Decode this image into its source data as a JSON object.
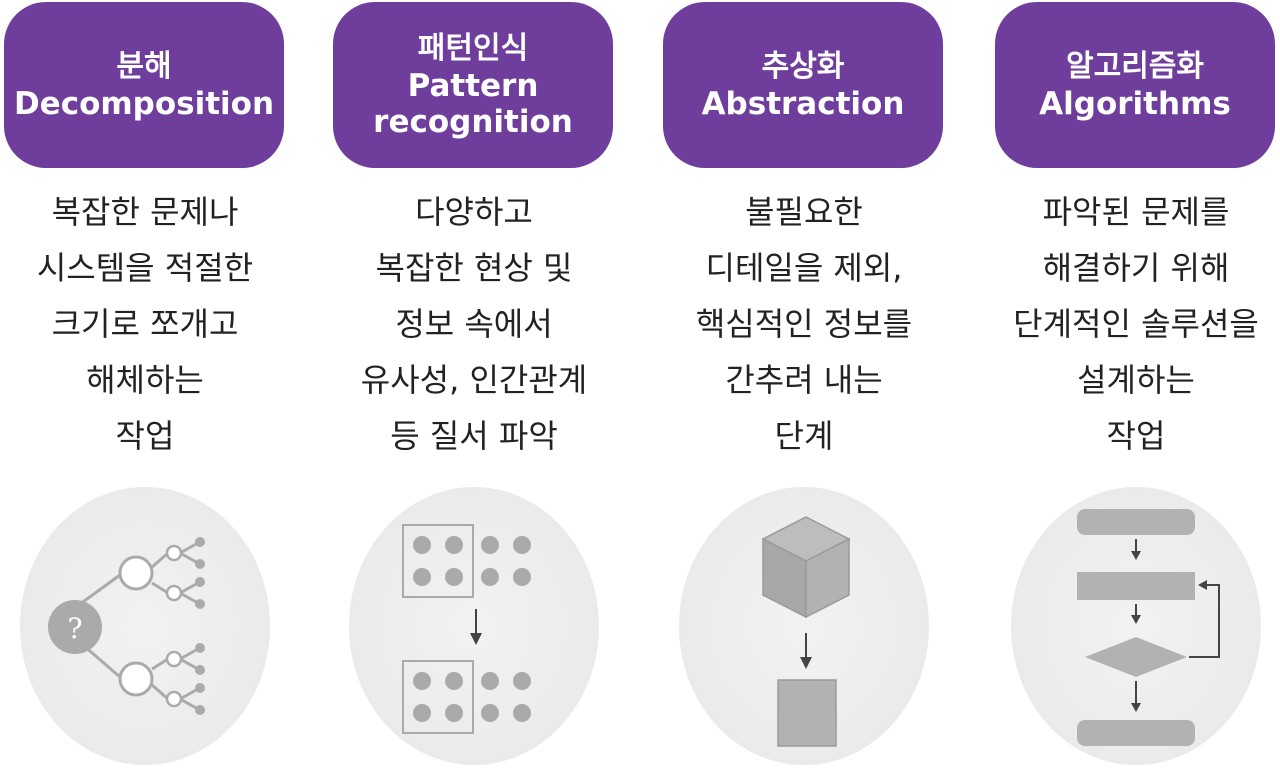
{
  "columns": [
    {
      "title_ko": "분해",
      "title_en": "Decomposition",
      "description": [
        "복잡한 문제나",
        "시스템을 적절한",
        "크기로 쪼개고",
        "해체하는",
        "작업"
      ],
      "icon": "decomposition-tree-icon",
      "node_label": "?"
    },
    {
      "title_ko": "패턴인식",
      "title_en_1": "Pattern",
      "title_en_2": "recognition",
      "description": [
        "다양하고",
        "복잡한 현상 및",
        "정보 속에서",
        "유사성, 인간관계",
        "등 질서 파악"
      ],
      "icon": "pattern-grid-icon"
    },
    {
      "title_ko": "추상화",
      "title_en": "Abstraction",
      "description": [
        "불필요한",
        "디테일을 제외,",
        "핵심적인 정보를",
        "간추려 내는",
        "단계"
      ],
      "icon": "cube-to-square-icon"
    },
    {
      "title_ko": "알고리즘화",
      "title_en": "Algorithms",
      "description": [
        "파악된 문제를",
        "해결하기 위해",
        "단계적인 솔루션을",
        "설계하는",
        "작업"
      ],
      "icon": "flowchart-icon"
    }
  ],
  "colors": {
    "header_bg": "#6f3e9c",
    "header_text": "#ffffff",
    "body_text": "#222222",
    "illustration_gray": "#aaaaaa"
  }
}
